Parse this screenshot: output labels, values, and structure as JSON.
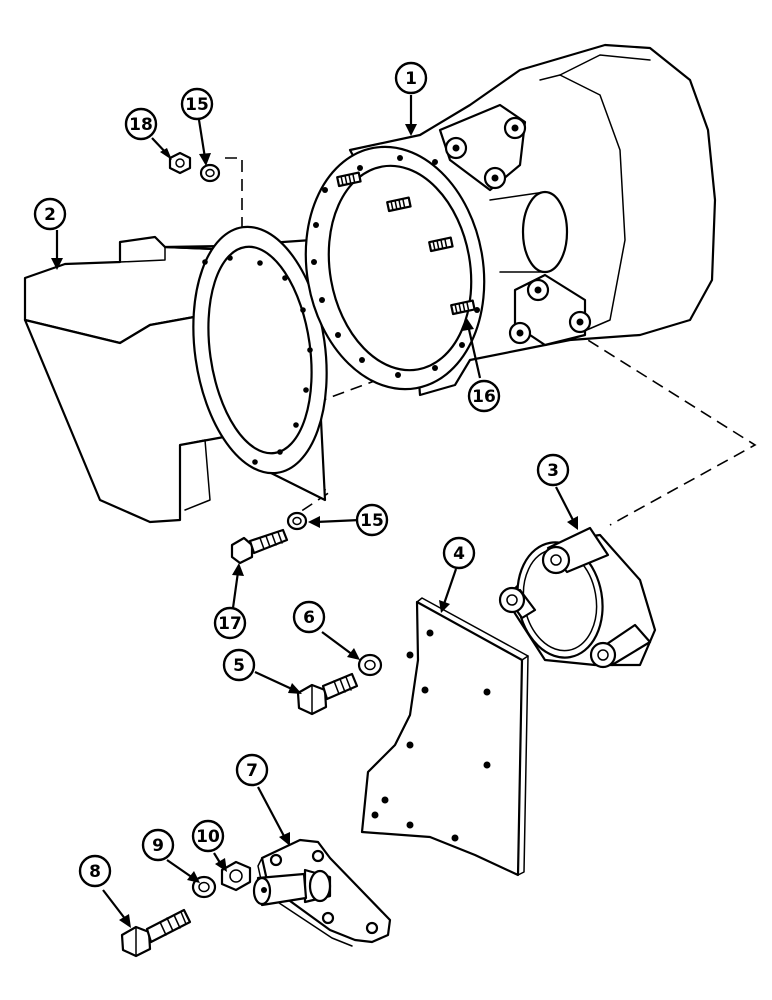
{
  "diagram": {
    "callouts": [
      {
        "id": "c1",
        "label": "1"
      },
      {
        "id": "c2",
        "label": "2"
      },
      {
        "id": "c3",
        "label": "3"
      },
      {
        "id": "c4",
        "label": "4"
      },
      {
        "id": "c5",
        "label": "5"
      },
      {
        "id": "c6",
        "label": "6"
      },
      {
        "id": "c7",
        "label": "7"
      },
      {
        "id": "c8",
        "label": "8"
      },
      {
        "id": "c9",
        "label": "9"
      },
      {
        "id": "c10",
        "label": "10"
      },
      {
        "id": "c15a",
        "label": "15"
      },
      {
        "id": "c15b",
        "label": "15"
      },
      {
        "id": "c16",
        "label": "16"
      },
      {
        "id": "c17",
        "label": "17"
      },
      {
        "id": "c18",
        "label": "18"
      }
    ]
  }
}
